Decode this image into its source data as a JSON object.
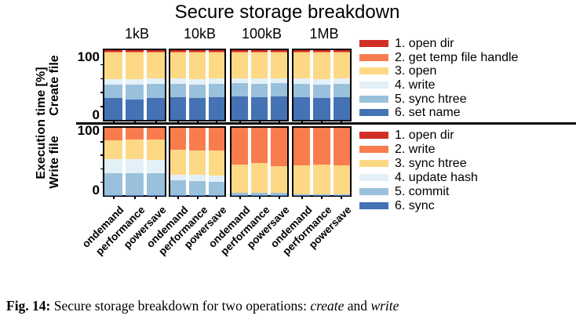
{
  "caption": {
    "label": "Fig. 14:",
    "text": " Secure storage breakdown for two operations: ",
    "em1": "create",
    "mid": " and ",
    "em2": "write"
  },
  "chart_data": {
    "type": "stacked_bar",
    "title": "Secure storage breakdown",
    "ylabel": "Execution time [%]",
    "ylim": [
      0,
      100
    ],
    "yticks": [
      "100",
      "0"
    ],
    "grid": false,
    "legend_position": "right",
    "file_sizes": [
      "1kB",
      "10kB",
      "100kB",
      "1MB"
    ],
    "governors": [
      "ondemand",
      "performance",
      "powersave"
    ],
    "rows": [
      {
        "name": "Create file",
        "legend": [
          "1. open dir",
          "2. get temp file handle",
          "3. open",
          "4. write",
          "5. sync htree",
          "6. set name"
        ],
        "colors": [
          "#d12f26",
          "#f97c4e",
          "#fdd985",
          "#e4f0f8",
          "#9ac1dc",
          "#4472b4"
        ],
        "panels": [
          {
            "size": "1kB",
            "bars": [
              [
                2.5,
                0.5,
                38.5,
                7.5,
                19.5,
                31.5
              ],
              [
                2.5,
                0.5,
                38.5,
                7.5,
                21.5,
                29.5
              ],
              [
                2.5,
                0.5,
                38.0,
                7.5,
                20.5,
                31.0
              ]
            ]
          },
          {
            "size": "10kB",
            "bars": [
              [
                2.5,
                0.5,
                38.0,
                7.0,
                19.5,
                32.5
              ],
              [
                2.5,
                0.5,
                38.5,
                7.5,
                20.0,
                31.0
              ],
              [
                2.5,
                0.5,
                38.0,
                7.0,
                19.0,
                33.0
              ]
            ]
          },
          {
            "size": "100kB",
            "bars": [
              [
                2.5,
                0.5,
                37.5,
                7.0,
                18.5,
                34.0
              ],
              [
                2.5,
                0.5,
                38.0,
                7.5,
                18.5,
                33.0
              ],
              [
                2.5,
                0.5,
                37.5,
                7.0,
                19.0,
                33.5
              ]
            ]
          },
          {
            "size": "1MB",
            "bars": [
              [
                2.5,
                0.5,
                38.0,
                7.5,
                19.5,
                32.0
              ],
              [
                2.5,
                0.5,
                38.5,
                7.5,
                20.0,
                31.0
              ],
              [
                2.5,
                0.5,
                38.0,
                7.0,
                19.5,
                32.5
              ]
            ]
          }
        ]
      },
      {
        "name": "Write file",
        "legend": [
          "1. open dir",
          "2. write",
          "3. sync htree",
          "4. update hash",
          "5. commit",
          "6. sync"
        ],
        "colors": [
          "#d12f26",
          "#f97c4e",
          "#fdd985",
          "#e4f0f8",
          "#9ac1dc",
          "#4472b4"
        ],
        "panels": [
          {
            "size": "1kB",
            "bars": [
              [
                0,
                19.0,
                28.0,
                21.0,
                31.5,
                0.5
              ],
              [
                0,
                18.0,
                28.0,
                21.0,
                32.5,
                0.5
              ],
              [
                0,
                17.5,
                30.5,
                19.0,
                32.5,
                0.5
              ]
            ]
          },
          {
            "size": "10kB",
            "bars": [
              [
                0,
                32.5,
                37.0,
                9.0,
                21.0,
                0.5
              ],
              [
                0,
                33.5,
                36.5,
                9.5,
                20.0,
                0.5
              ],
              [
                0,
                33.5,
                37.5,
                9.5,
                19.0,
                0.5
              ]
            ]
          },
          {
            "size": "100kB",
            "bars": [
              [
                0,
                54.5,
                41.5,
                1.0,
                2.5,
                0.5
              ],
              [
                0,
                52.0,
                44.0,
                1.0,
                2.5,
                0.5
              ],
              [
                0,
                56.5,
                39.5,
                1.0,
                2.5,
                0.5
              ]
            ]
          },
          {
            "size": "1MB",
            "bars": [
              [
                0,
                55.5,
                43.0,
                0.5,
                0.5,
                0.5
              ],
              [
                0,
                54.5,
                44.0,
                0.5,
                0.5,
                0.5
              ],
              [
                0,
                55.5,
                43.0,
                0.5,
                0.5,
                0.5
              ]
            ]
          }
        ]
      }
    ]
  }
}
